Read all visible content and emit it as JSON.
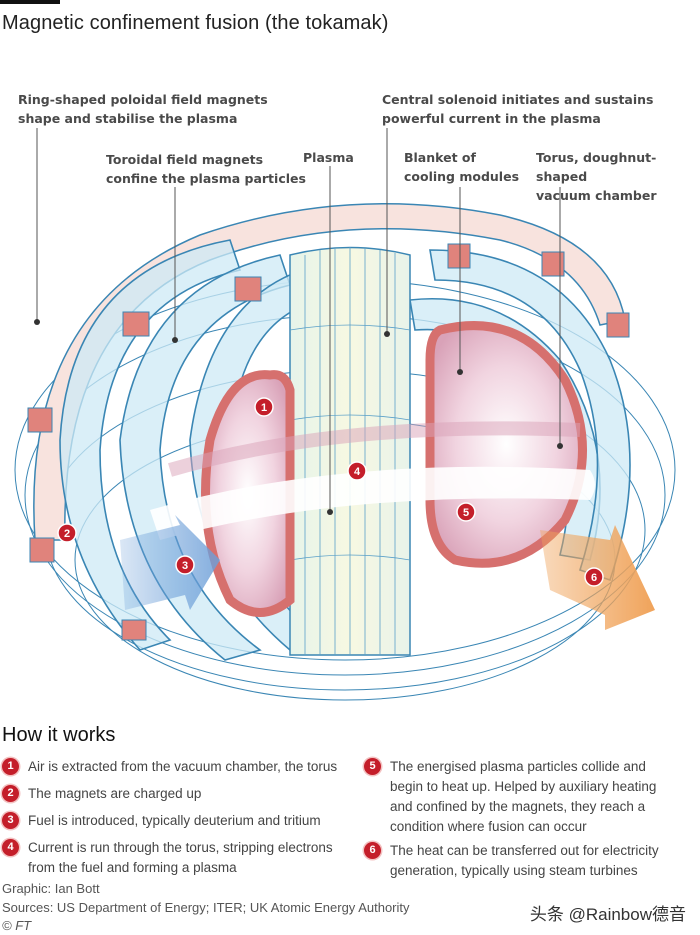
{
  "title": "Magnetic confinement fusion (the tokamak)",
  "callouts": {
    "poloidal": [
      "Ring-shaped poloidal field magnets",
      "shape and stabilise the plasma"
    ],
    "solenoid": [
      "Central solenoid initiates and sustains",
      "powerful current in the plasma"
    ],
    "toroidal": [
      "Toroidal field magnets",
      "confine the plasma particles"
    ],
    "plasma": [
      "Plasma"
    ],
    "blanket": [
      "Blanket of",
      "cooling modules"
    ],
    "torus": [
      "Torus, doughnut-shaped",
      "vacuum chamber"
    ]
  },
  "markers": [
    "1",
    "2",
    "3",
    "4",
    "5",
    "6"
  ],
  "colors": {
    "marker_red": "#c41e2a",
    "magnet_pink": "#f6dcd6",
    "magnet_block": "#e0837c",
    "coil_blue": "#cde9f5",
    "line_blue": "#3a86b4",
    "solenoid_cream": "#f4f5dc",
    "plasma_pink": "#d9a2b8",
    "fuel_arrow_blue": "#6d9fd8",
    "heat_arrow_orange": "#f0a35a"
  },
  "how_it_works": {
    "title": "How it works",
    "steps": [
      {
        "n": "1",
        "lines": [
          "Air is extracted from the vacuum chamber, the torus"
        ]
      },
      {
        "n": "2",
        "lines": [
          "The magnets are charged up"
        ]
      },
      {
        "n": "3",
        "lines": [
          "Fuel is introduced, typically deuterium and tritium"
        ]
      },
      {
        "n": "4",
        "lines": [
          "Current is run through the torus, stripping electrons",
          "from the fuel and forming a plasma"
        ]
      },
      {
        "n": "5",
        "lines": [
          "The energised plasma particles collide and",
          "begin to heat up. Helped by auxiliary heating",
          "and confined by the magnets, they reach a",
          "condition where fusion can occur"
        ]
      },
      {
        "n": "6",
        "lines": [
          "The heat can be transferred out for electricity",
          "generation, typically using steam turbines"
        ]
      }
    ]
  },
  "credits": {
    "graphic": "Graphic: Ian Bott",
    "sources": "Sources: US Department of Energy; ITER; UK Atomic Energy Authority",
    "copyright": "© FT"
  },
  "watermark": "头条 @Rainbow德音"
}
